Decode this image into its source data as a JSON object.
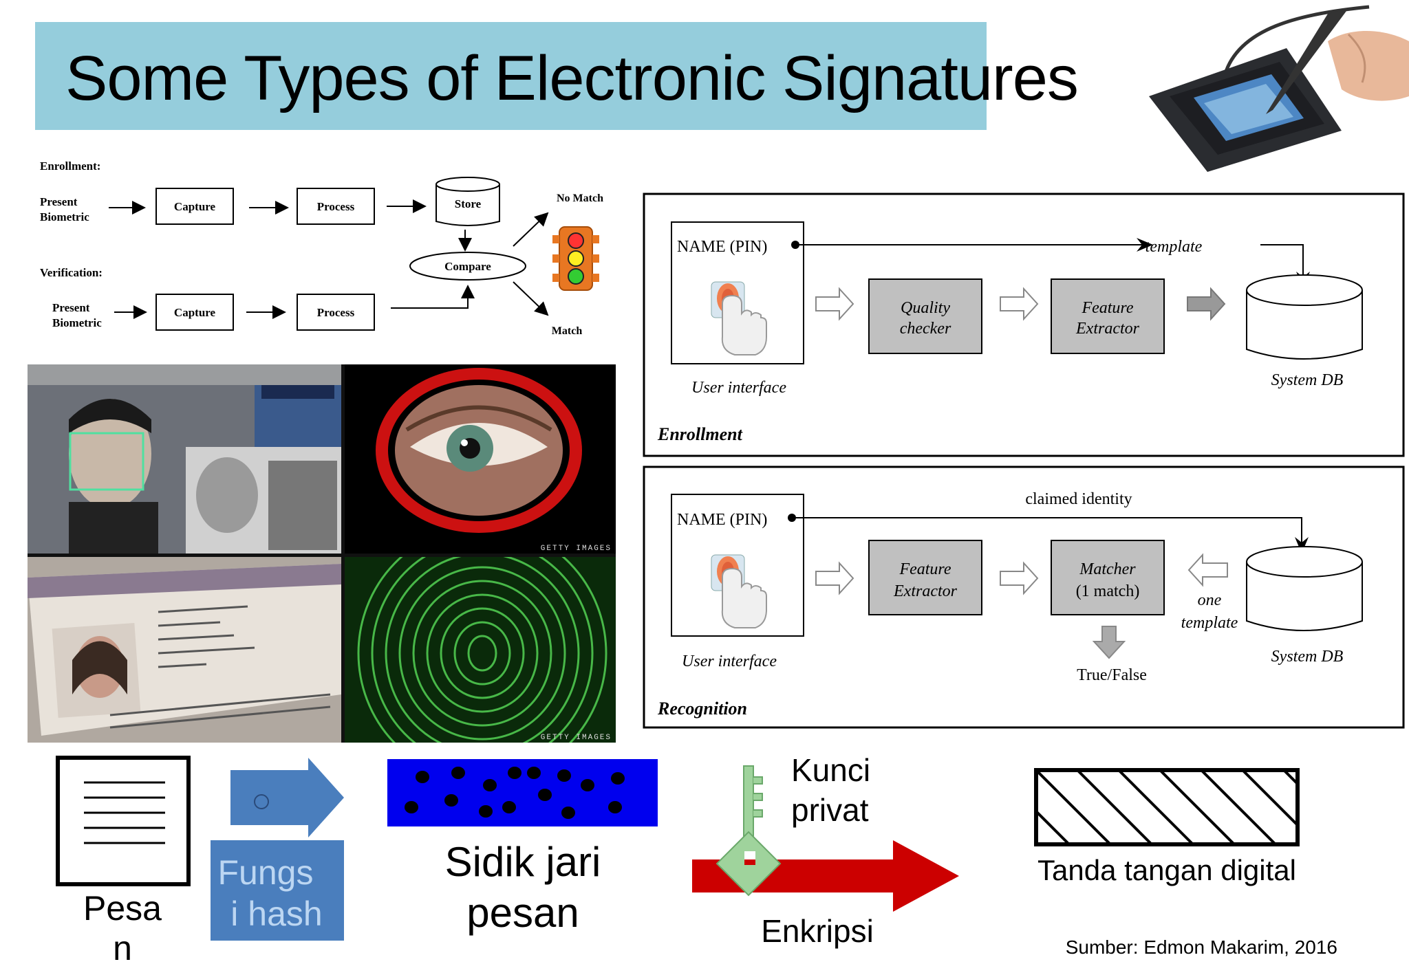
{
  "title": "Some Types of Electronic Signatures",
  "biometric_flow": {
    "enrollment_label": "Enrollment:",
    "verification_label": "Verification:",
    "present_biometric": [
      "Present",
      "Biometric"
    ],
    "capture": "Capture",
    "process": "Process",
    "store": "Store",
    "compare": "Compare",
    "no_match": "No Match",
    "match": "Match"
  },
  "photos": {
    "getty_1": "GETTY IMAGES",
    "getty_2": "GETTY IMAGES"
  },
  "enrollment_diagram": {
    "name_pin": "NAME (PIN)",
    "template": "template",
    "quality_checker": [
      "Quality",
      "checker"
    ],
    "feature_extractor": [
      "Feature",
      "Extractor"
    ],
    "user_interface": "User interface",
    "system_db": "System DB",
    "section_label": "Enrollment"
  },
  "recognition_diagram": {
    "name_pin": "NAME (PIN)",
    "claimed_identity": "claimed identity",
    "feature_extractor": [
      "Feature",
      "Extractor"
    ],
    "matcher": [
      "Matcher",
      "(1 match)"
    ],
    "one_template": [
      "one",
      "template"
    ],
    "user_interface": "User interface",
    "system_db": "System DB",
    "true_false": "True/False",
    "section_label": "Recognition"
  },
  "digital_signature_flow": {
    "pesan": [
      "Pesa",
      "n"
    ],
    "fungsi_hash": [
      "Fungs",
      "i hash"
    ],
    "sidik_jari": [
      "Sidik jari",
      "pesan"
    ],
    "kunci_privat": [
      "Kunci",
      "privat"
    ],
    "enkripsi": "Enkripsi",
    "tanda_tangan": "Tanda tangan digital"
  },
  "source": "Sumber: Edmon Makarim, 2016",
  "colors": {
    "title_bar": "#95cddc",
    "hash_blue": "#4a7ebd",
    "fingerprint_blue": "#0000ee",
    "arrow_red": "#cc0000",
    "key_green": "#9fd39c",
    "box_gray": "#c0c0c0"
  }
}
